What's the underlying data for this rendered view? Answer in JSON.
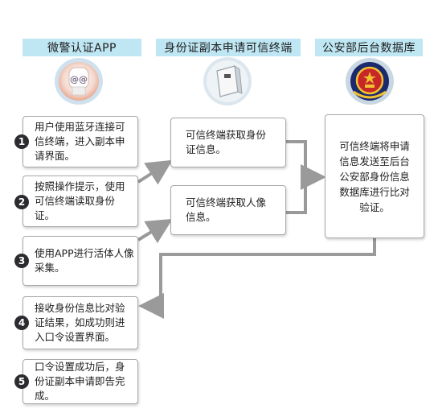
{
  "headers": {
    "col1": "微警认证APP",
    "col2": "身份证副本申请可信终端",
    "col3": "公安部后台数据库"
  },
  "icons": {
    "col1": "app-at-icon",
    "col2": "terminal-device-icon",
    "col3": "police-emblem-icon"
  },
  "steps": [
    {
      "num": "1",
      "text": "用户使用蓝牙连接可信终端，进入副本申请界面。"
    },
    {
      "num": "2",
      "text": "按照操作提示，使用可信终端读取身份证。"
    },
    {
      "num": "3",
      "text": "使用APP进行活体人像采集。"
    },
    {
      "num": "4",
      "text": "接收身份信息比对验证结果，如成功则进入口令设置界面。"
    },
    {
      "num": "5",
      "text": "口令设置成功后，身份证副本申请即告完成。"
    }
  ],
  "terminal": {
    "box1": "可信终端获取身份证信息。",
    "box2": "可信终端获取人像信息。"
  },
  "database": {
    "box": "可信终端将申请信息发送至后台公安部身份信息数据库进行比对验证。"
  },
  "colors": {
    "header_bg": "#bfe6f3",
    "arrow": "#9a9a9a",
    "number_badge": "#2c2c30"
  }
}
